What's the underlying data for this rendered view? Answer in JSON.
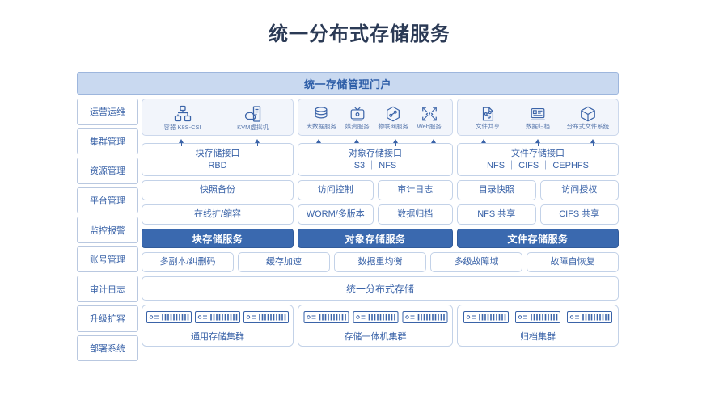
{
  "title": "统一分布式存储服务",
  "portal": {
    "label": "统一存储管理门户"
  },
  "sidebar": {
    "items": [
      {
        "label": "运营运维"
      },
      {
        "label": "集群管理"
      },
      {
        "label": "资源管理"
      },
      {
        "label": "平台管理"
      },
      {
        "label": "监控报警"
      },
      {
        "label": "账号管理"
      },
      {
        "label": "审计日志"
      },
      {
        "label": "升级扩容"
      },
      {
        "label": "部署系统"
      }
    ]
  },
  "colors": {
    "title": "#2b3a55",
    "accent_blue": "#3a69af",
    "portal_bg": "#c9d9f0",
    "panel_bg": "#f2f5fb",
    "border": "#c3d2e8",
    "text_blue": "#3a63a8"
  },
  "columns": [
    {
      "key": "block",
      "scenarios": [
        {
          "icon": "container-cubes-icon",
          "label": "容器 K8S-CSI"
        },
        {
          "icon": "kvm-cloud-server-icon",
          "label": "KVM虚拟机"
        }
      ],
      "interface": {
        "line1": "块存储接口",
        "line2": "RBD"
      },
      "features_row1": [
        {
          "label": "快照备份"
        }
      ],
      "features_row2": [
        {
          "label": "在线扩/缩容"
        }
      ],
      "service": {
        "label": "块存储服务"
      }
    },
    {
      "key": "object",
      "scenarios": [
        {
          "icon": "bigdata-database-icon",
          "label": "大数据服务"
        },
        {
          "icon": "media-screen-icon",
          "label": "媒资服务"
        },
        {
          "icon": "iot-hexagon-icon",
          "label": "物联网服务"
        },
        {
          "icon": "web-html-icon",
          "label": "Web服务"
        }
      ],
      "interface": {
        "line1": "对象存储接口",
        "line2": "S3 ｜ NFS"
      },
      "features_row1": [
        {
          "label": "访问控制"
        },
        {
          "label": "审计日志"
        }
      ],
      "features_row2": [
        {
          "label": "WORM/多版本"
        },
        {
          "label": "数据归档"
        }
      ],
      "service": {
        "label": "对象存储服务"
      }
    },
    {
      "key": "file",
      "scenarios": [
        {
          "icon": "file-share-icon",
          "label": "文件共享"
        },
        {
          "icon": "data-archive-icon",
          "label": "数据归档"
        },
        {
          "icon": "distributed-fs-cube-icon",
          "label": "分布式文件系统"
        }
      ],
      "interface": {
        "line1": "文件存储接口",
        "line2": "NFS ｜ CIFS ｜ CEPHFS"
      },
      "features_row1": [
        {
          "label": "目录快照"
        },
        {
          "label": "访问授权"
        }
      ],
      "features_row2": [
        {
          "label": "NFS 共享"
        },
        {
          "label": "CIFS 共享"
        }
      ],
      "service": {
        "label": "文件存储服务"
      }
    }
  ],
  "capabilities": [
    {
      "label": "多副本/纠删码"
    },
    {
      "label": "缓存加速"
    },
    {
      "label": "数据重均衡"
    },
    {
      "label": "多级故障域"
    },
    {
      "label": "故障自恢复"
    }
  ],
  "unified_band": {
    "label": "统一分布式存储"
  },
  "clusters": [
    {
      "label": "通用存储集群",
      "servers": 3
    },
    {
      "label": "存储一体机集群",
      "servers": 3
    },
    {
      "label": "归档集群",
      "servers": 3
    }
  ]
}
